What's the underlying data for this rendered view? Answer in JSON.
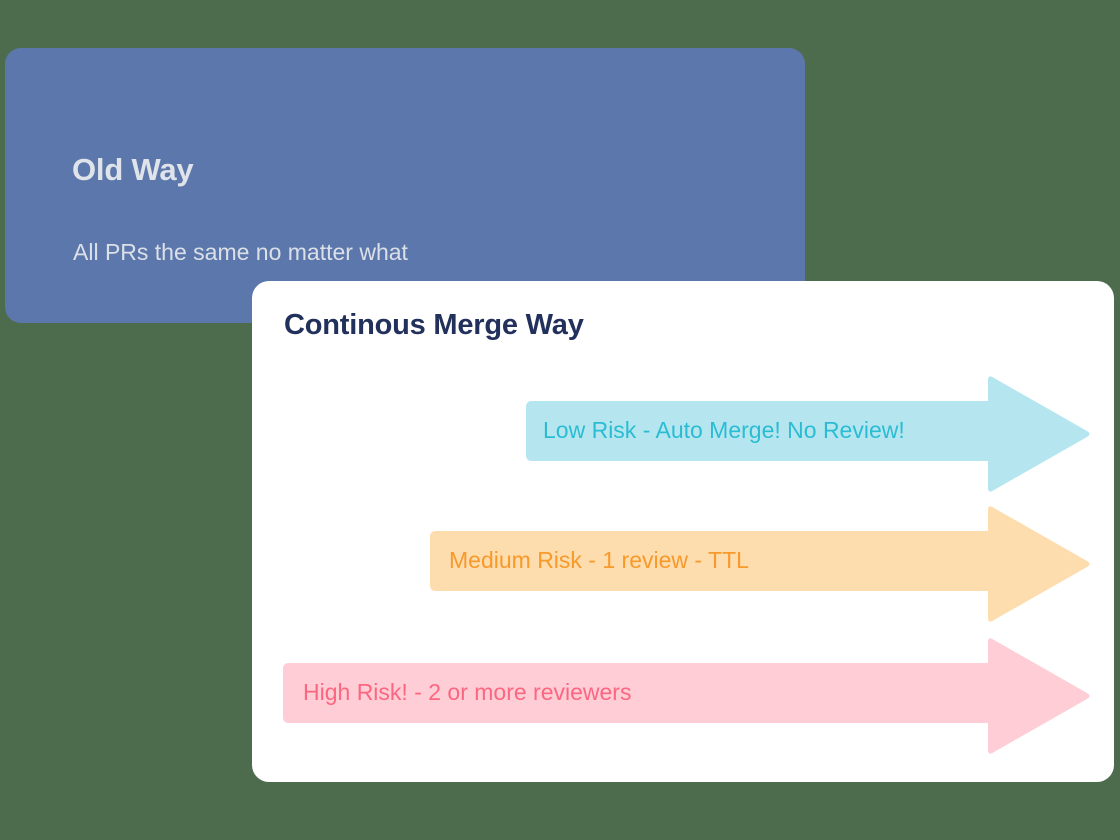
{
  "background_color": "#4d6b4d",
  "old_way_card": {
    "title": "Old Way",
    "subtitle": "All PRs the same no matter what",
    "background_color": "#5c77ab",
    "text_color": "#dfe3ea"
  },
  "merge_card": {
    "title": "Continous Merge Way",
    "background_color": "#ffffff",
    "title_color": "#22305c",
    "arrows": [
      {
        "label": "Low Risk - Auto Merge! No Review!",
        "fill_color": "#b5e6ef",
        "text_color": "#2bbcd4",
        "risk_level": "low"
      },
      {
        "label": "Medium Risk - 1 review - TTL",
        "fill_color": "#fddcae",
        "text_color": "#f79a2b",
        "risk_level": "medium"
      },
      {
        "label": "High Risk! - 2 or more reviewers",
        "fill_color": "#ffcdd5",
        "text_color": "#fb6780",
        "risk_level": "high"
      }
    ]
  }
}
